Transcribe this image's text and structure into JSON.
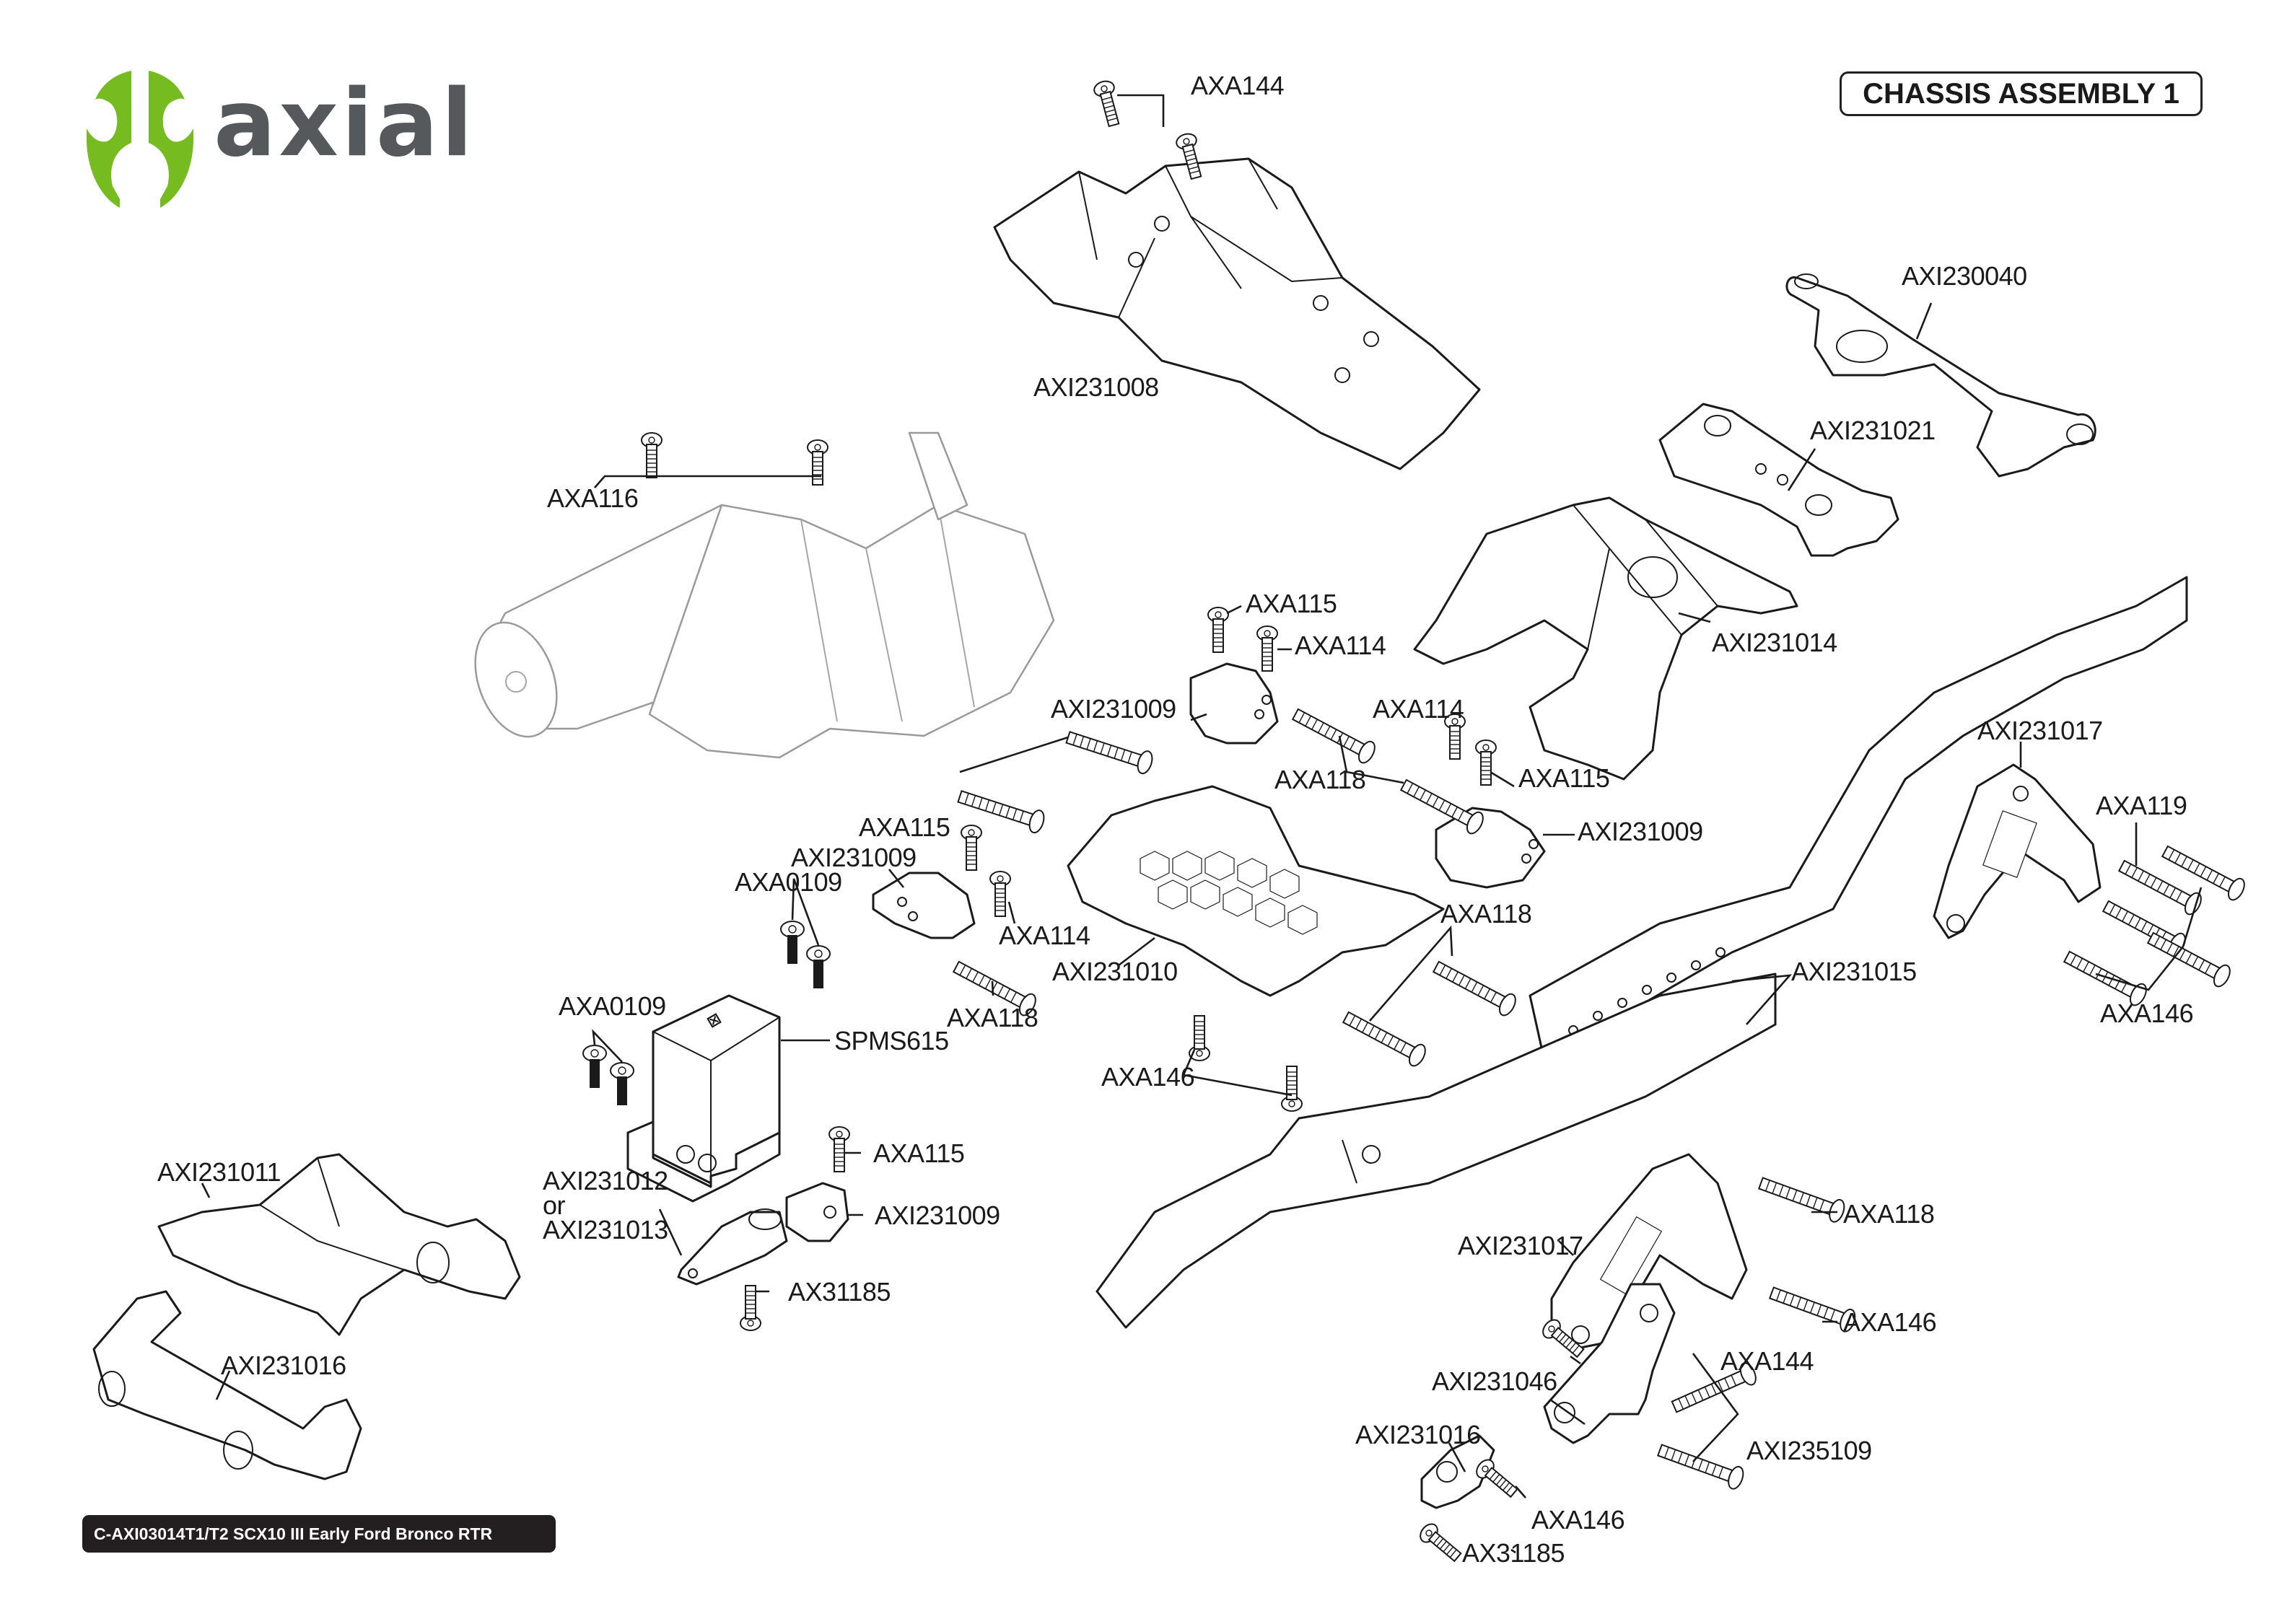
{
  "brand": {
    "logo_text": "axial",
    "logo_icon": "axial-logo-icon",
    "colors": {
      "icon_green": "#76BC21",
      "text_grey": "#55595B"
    }
  },
  "header": {
    "title": "CHASSIS ASSEMBLY 1"
  },
  "footer": {
    "model_label": "C-AXI03014T1/T2 SCX10 III Early Ford Bronco RTR",
    "background": "#231F20"
  },
  "parts": {
    "skid_top_screws": "AXA144",
    "skid_plate": "AXI231008",
    "transmission_screws": "AXA116",
    "front_bumper_mount": "AXI230040",
    "front_shock_hoop": "AXI231021",
    "battery_tray_cage": "AXI231014",
    "upper_mount_screw_a": "AXA115",
    "upper_mount_screw_b": "AXA114",
    "center_mount_left": "AXI231009",
    "center_mount_screw_c": "AXA114",
    "center_link_screws": "AXA118",
    "center_mount_screw_d": "AXA115",
    "center_mount_right": "AXI231009",
    "rear_mount_screw_a": "AXA115",
    "rear_mount": "AXI231009",
    "servo_screws_top": "AXA0109",
    "rear_mount_screw_b": "AXA114",
    "skid_center": "AXI231010",
    "rear_link_screw": "AXA118",
    "servo_screws_side": "AXA0109",
    "servo": "SPMS615",
    "skid_bottom_screws_right": "AXA118",
    "frame_rail": "AXI231015",
    "skid_bottom_screws": "AXA146",
    "shock_tower_rear": "AXI231017",
    "shock_tower_screw_long": "AXA119",
    "shock_tower_screws": "AXA146",
    "servo_mount_screw": "AXA115",
    "servo_horn_line1": "AXI231012",
    "servo_horn_or": "or",
    "servo_horn_line2": "AXI231013",
    "servo_mount": "AXI231009",
    "servo_horn_screw": "AX31185",
    "front_bumper": "AXI231011",
    "axle_guard": "AXI231016",
    "shock_tower_front": "AXI231017",
    "front_tower_screw_a": "AXA118",
    "front_tower_screw_b": "AXA146",
    "front_tower_screw_c": "AXA144",
    "link_mount": "AXI231046",
    "link_mount_screws": "AXI235109",
    "link_mount_small": "AXI231016",
    "link_mount_screw": "AXA146",
    "link_mount_small_screw": "AX31185"
  }
}
